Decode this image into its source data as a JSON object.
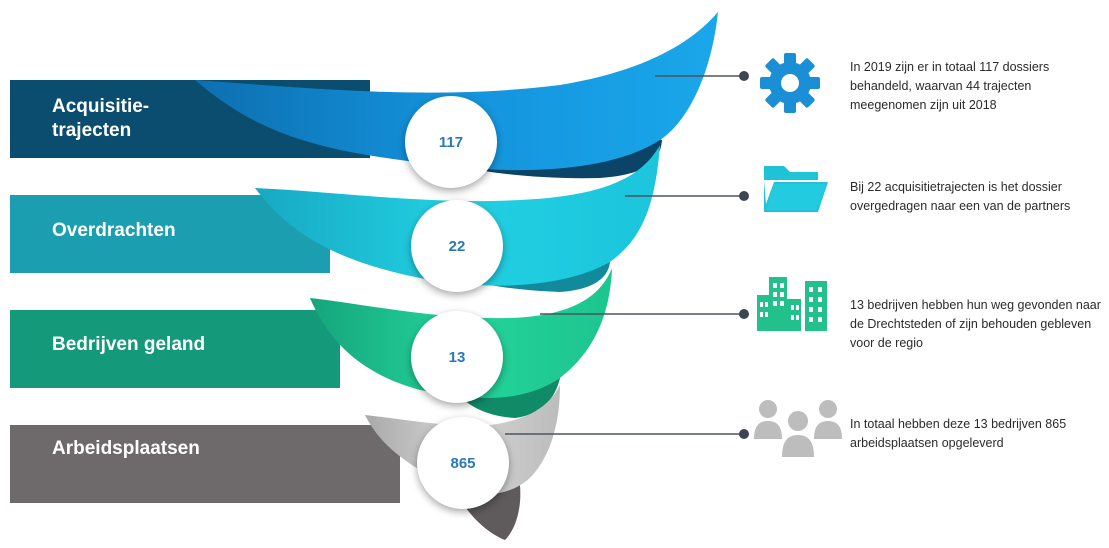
{
  "stages": [
    {
      "label": "Acquisitie-\ntrajecten",
      "value": "117",
      "color": "#0a4a6b",
      "band_color": "#0b4d6e",
      "text": "In 2019 zijn er in totaal 117 dossiers behandeld, waarvan 44 trajecten meegenomen zijn uit 2018",
      "icon": "gear-icon",
      "icon_color": "#1a8fd6"
    },
    {
      "label": "Overdrachten",
      "value": "22",
      "color": "#1db9cf",
      "band_color": "#1b9fb0",
      "text": "Bij 22 acquisitietrajecten is het dossier overgedragen naar een van de partners",
      "icon": "folder-icon",
      "icon_color": "#1fc3d6"
    },
    {
      "label": "Bedrijven geland",
      "value": "13",
      "color": "#1cc28e",
      "band_color": "#14997a",
      "text": "13 bedrijven hebben hun weg gevonden naar de Drechtsteden of zijn behouden gebleven voor de regio",
      "icon": "buildings-icon",
      "icon_color": "#22c08a"
    },
    {
      "label": "Arbeidsplaatsen",
      "value": "865",
      "color": "#c4c4c4",
      "band_color": "#6e6a6b",
      "text": "In totaal hebben deze 13 bedrijven 865 arbeidsplaatsen opgeleverd",
      "icon": "people-icon",
      "icon_color": "#bdbdbd"
    }
  ]
}
